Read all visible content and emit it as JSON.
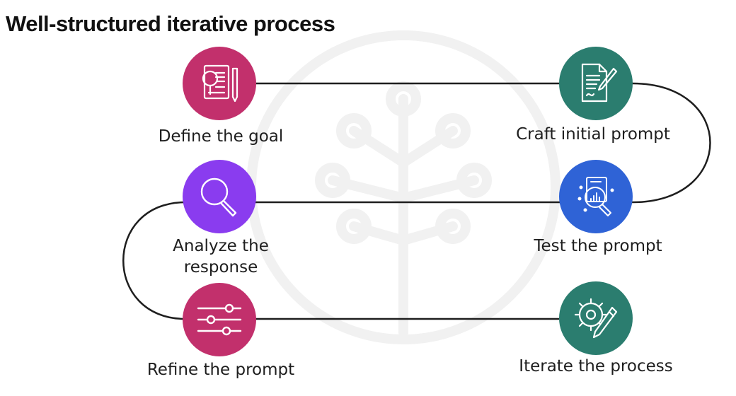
{
  "title": "Well-structured iterative process",
  "colors": {
    "define": "#c2306c",
    "craft": "#2b7d6f",
    "analyze": "#8a3cef",
    "test": "#2f63d6",
    "refine": "#c2306c",
    "iterate": "#2b7d6f",
    "connector": "#1e1e1e",
    "watermark": "#f2f2f2"
  },
  "steps": [
    {
      "id": "define",
      "label": "Define the goal",
      "icon": "document-magnifier-icon"
    },
    {
      "id": "craft",
      "label": "Craft initial prompt",
      "icon": "document-pen-icon"
    },
    {
      "id": "test",
      "label": "Test the prompt",
      "icon": "chart-magnifier-icon"
    },
    {
      "id": "analyze",
      "label_line1": "Analyze the",
      "label_line2": "response",
      "icon": "magnifier-icon"
    },
    {
      "id": "refine",
      "label": "Refine the prompt",
      "icon": "sliders-icon"
    },
    {
      "id": "iterate",
      "label": "Iterate the process",
      "icon": "gear-pencil-icon"
    }
  ]
}
